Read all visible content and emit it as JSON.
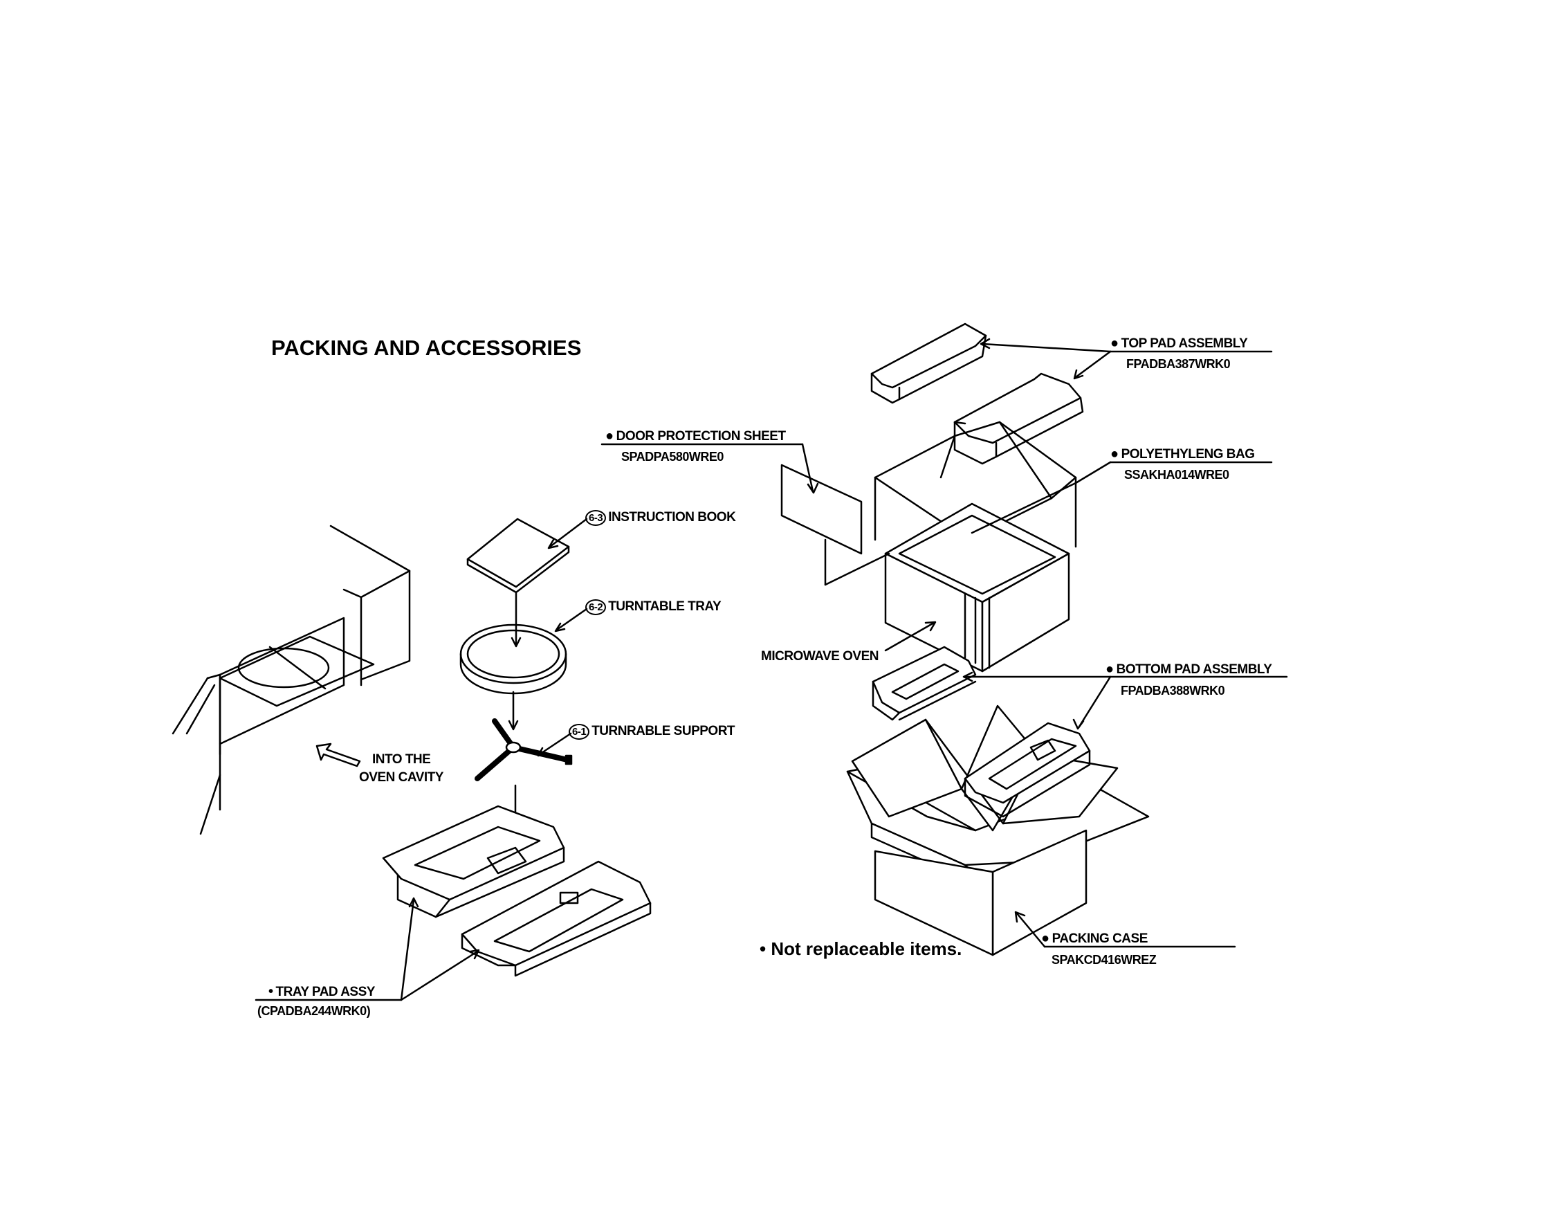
{
  "title": "PACKING AND ACCESSORIES",
  "note": "Not replaceable items.",
  "bullet": "●",
  "small_bullet": "•",
  "callouts": {
    "top_pad": {
      "name": "TOP PAD ASSEMBLY",
      "part": "FPADBA387WRK0"
    },
    "poly_bag": {
      "name": "POLYETHYLENG BAG",
      "part": "SSAKHA014WRE0"
    },
    "door_sheet": {
      "name": "DOOR PROTECTION SHEET",
      "part": "SPADPA580WRE0"
    },
    "instruction_book": {
      "num": "6-3",
      "name": "INSTRUCTION BOOK"
    },
    "turntable_tray": {
      "num": "6-2",
      "name": "TURNTABLE TRAY"
    },
    "turntable_support": {
      "num": "6-1",
      "name": "TURNRABLE SUPPORT"
    },
    "microwave_oven": {
      "name": "MICROWAVE OVEN"
    },
    "bottom_pad": {
      "name": "BOTTOM PAD ASSEMBLY",
      "part": "FPADBA388WRK0"
    },
    "into_oven": {
      "line1": "INTO THE",
      "line2": "OVEN CAVITY"
    },
    "tray_pad": {
      "name": "TRAY PAD ASSY",
      "part": "(CPADBA244WRK0)"
    },
    "packing_case": {
      "name": "PACKING CASE",
      "part": "SPAKCD416WREZ"
    }
  }
}
